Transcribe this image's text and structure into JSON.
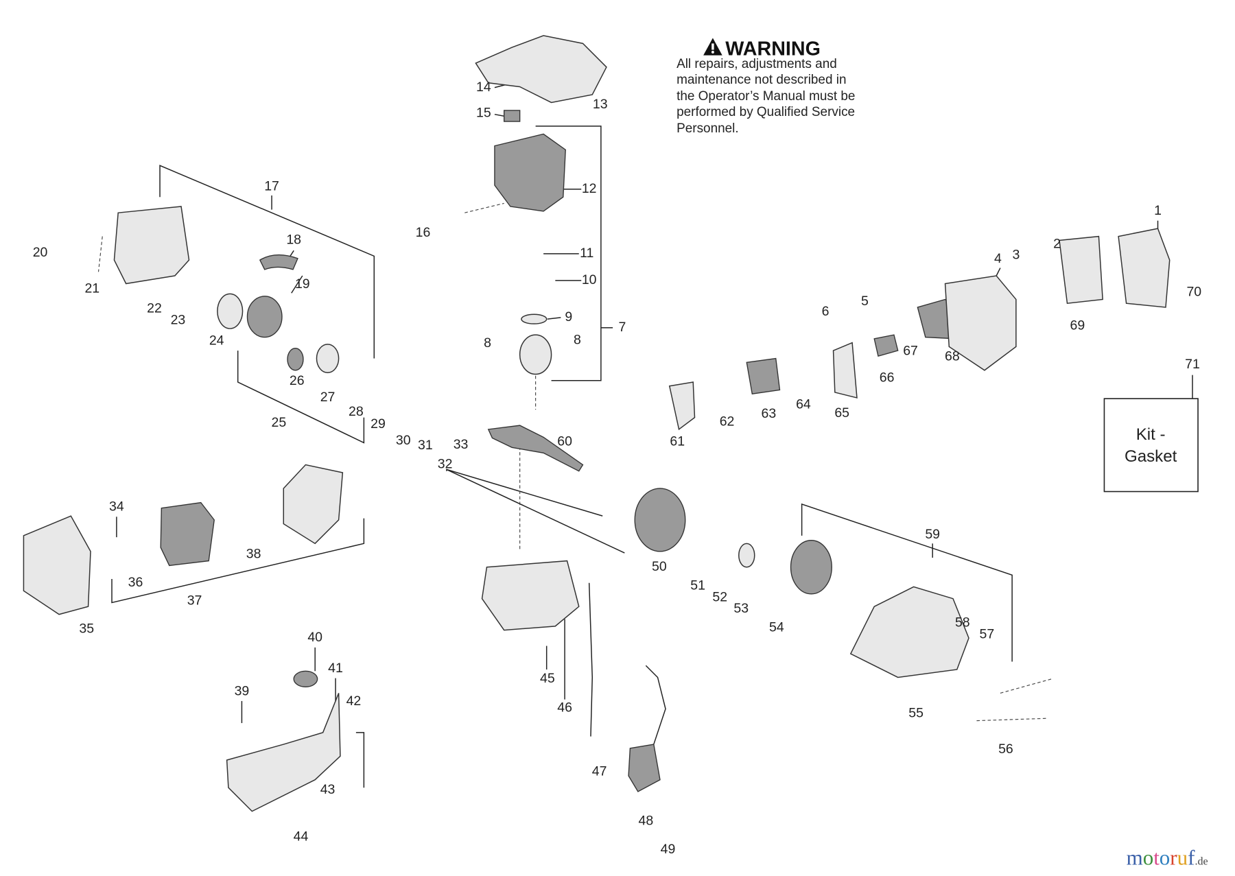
{
  "warning": {
    "title": "WARNING",
    "icon": "warning-triangle-icon",
    "lines": [
      "All repairs, adjustments and",
      "maintenance not described in",
      "the Operator’s Manual must be",
      "performed by Qualified Service",
      "Personnel."
    ]
  },
  "kit_box": {
    "line1": "Kit -",
    "line2": "Gasket"
  },
  "part_labels": [
    "1",
    "2",
    "3",
    "4",
    "5",
    "6",
    "7",
    "8",
    "8",
    "9",
    "10",
    "11",
    "12",
    "13",
    "14",
    "15",
    "16",
    "17",
    "18",
    "19",
    "20",
    "21",
    "22",
    "23",
    "24",
    "25",
    "26",
    "27",
    "28",
    "29",
    "30",
    "31",
    "32",
    "33",
    "34",
    "35",
    "36",
    "37",
    "38",
    "39",
    "40",
    "41",
    "42",
    "43",
    "44",
    "45",
    "46",
    "47",
    "48",
    "49",
    "50",
    "51",
    "52",
    "53",
    "54",
    "55",
    "56",
    "57",
    "58",
    "59",
    "60",
    "61",
    "62",
    "63",
    "64",
    "65",
    "66",
    "67",
    "68",
    "69",
    "70",
    "71"
  ],
  "watermark": {
    "text": "motoruf",
    "suffix": ".de",
    "colors": [
      "#3a5fa8",
      "#3c8f3c",
      "#d94a8c",
      "#2f7fbf",
      "#d8432c",
      "#e0a020"
    ]
  }
}
